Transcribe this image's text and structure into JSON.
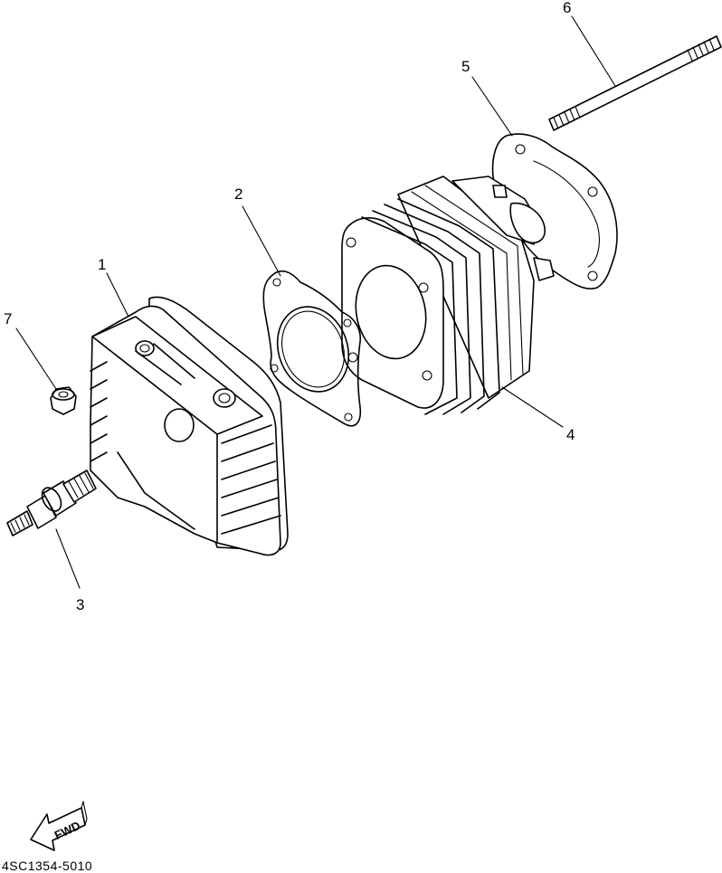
{
  "callouts": {
    "c1": "1",
    "c2": "2",
    "c3": "3",
    "c4": "4",
    "c5": "5",
    "c6": "6",
    "c7": "7"
  },
  "fwd_label": "FWD",
  "diagram_code": "4SC1354-5010",
  "colors": {
    "ink": "#000000",
    "paper": "#ffffff"
  }
}
